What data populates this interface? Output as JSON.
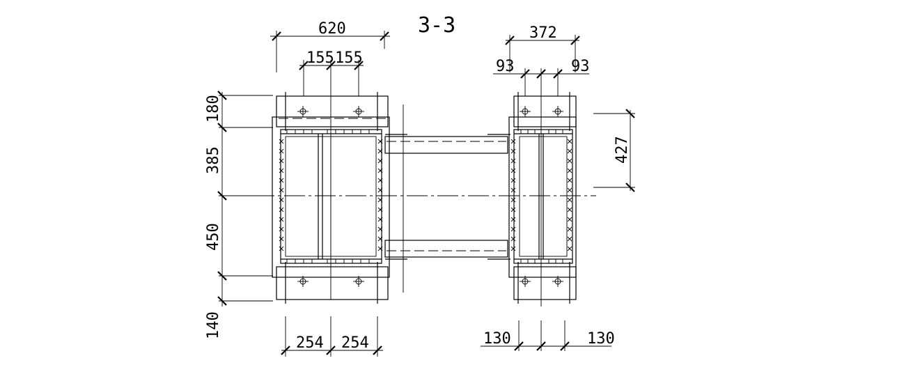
{
  "title": "3-3",
  "dimensions": {
    "left_top_width": "620",
    "left_bolt_left": "155",
    "left_bolt_right": "155",
    "right_top_width": "372",
    "right_bolt_left": "93",
    "right_bolt_right": "93",
    "height_top_plate": "180",
    "height_upper": "385",
    "height_lower": "450",
    "height_bottom_plate": "140",
    "right_side_height": "427",
    "left_bottom_left": "254",
    "left_bottom_right": "254",
    "right_bottom_left": "130",
    "right_bottom_right": "130"
  }
}
